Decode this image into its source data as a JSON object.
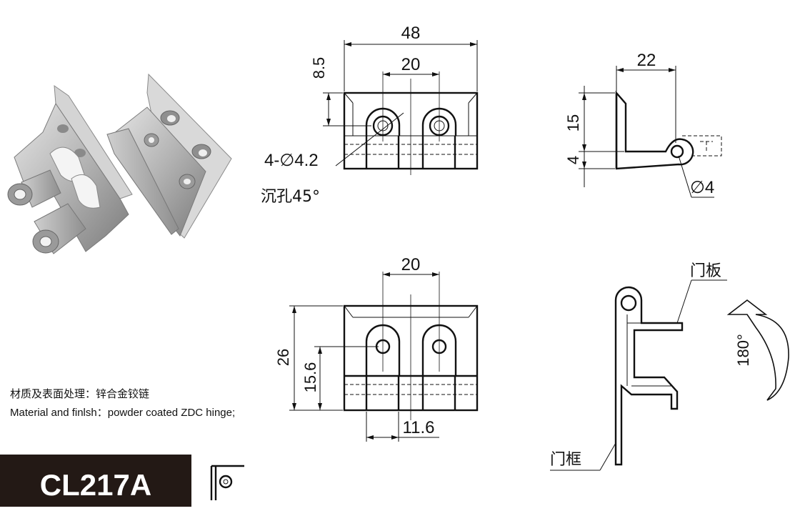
{
  "spec": {
    "material_cn": "材质及表面处理：锌合金铰链",
    "material_en": "Material and finlsh：powder coated ZDC hinge;"
  },
  "model": "CL217A",
  "top_view": {
    "dim_overall_width": "48",
    "dim_hole_spacing": "20",
    "dim_edge_offset": "8.5",
    "hole_callout": "4-∅4.2",
    "countersink": "沉孔45°"
  },
  "side_view": {
    "dim_leaf_length": "22",
    "dim_height": "15",
    "dim_thickness": "4",
    "dim_pin": "∅4"
  },
  "front_view": {
    "dim_hole_spacing": "20",
    "dim_height": "26",
    "dim_hole_height": "15.6",
    "dim_offset": "11.6"
  },
  "install_view": {
    "door_panel": "门板",
    "door_frame": "门框",
    "rotation": "180°"
  },
  "colors": {
    "label_bg": "#231915",
    "line": "#111111",
    "metal": "#b9b9b9"
  }
}
